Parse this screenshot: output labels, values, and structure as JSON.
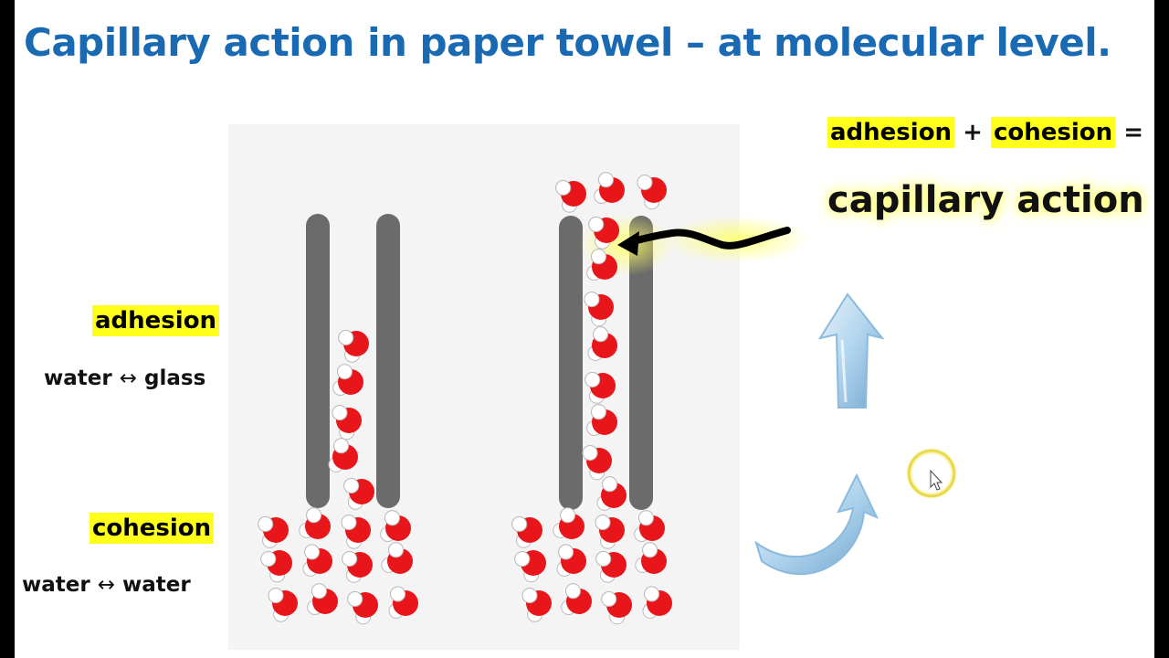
{
  "title": "Capillary action in paper towel – at molecular level.",
  "labels": {
    "adhesion": "adhesion",
    "adhesion_desc_a": "water",
    "adhesion_desc_b": "glass",
    "cohesion": "cohesion",
    "cohesion_desc_a": "water",
    "cohesion_desc_b": "water",
    "double_arrow": "↔"
  },
  "equation": {
    "term1": "adhesion",
    "plus": "+",
    "term2": "cohesion",
    "equals": "=",
    "result": "capillary action"
  },
  "colors": {
    "title": "#1a6ab3",
    "highlight": "#ffff1a",
    "tube": "#6b6b6b",
    "oxygen": "#e8161b",
    "hydrogen": "#ffffff",
    "panel": "#f4f4f4",
    "water_arrow": "#9ec8e8"
  }
}
